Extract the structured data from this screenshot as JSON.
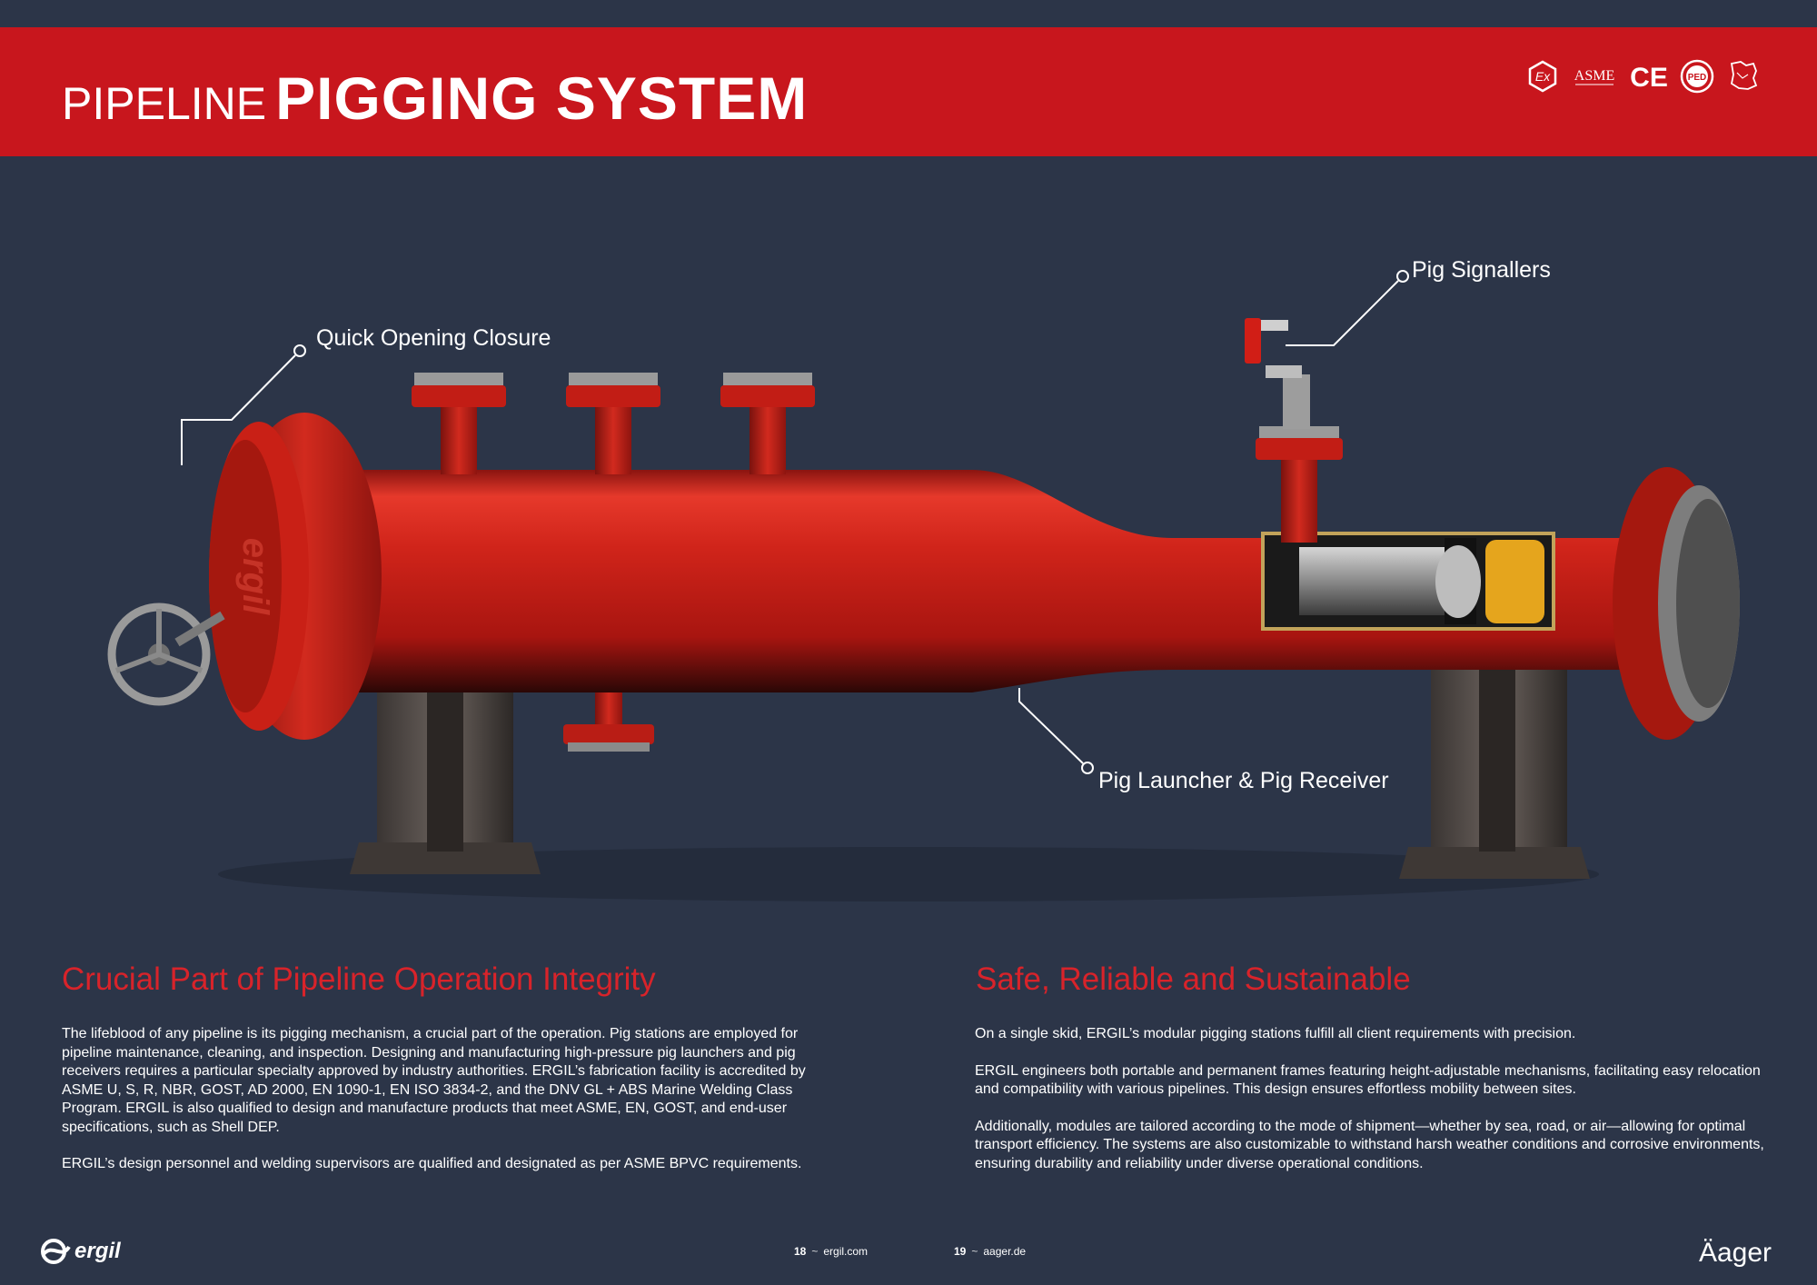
{
  "header": {
    "title_light": "PIPELINE",
    "title_bold": "PIGGING SYSTEM",
    "certifications": [
      "Ex",
      "ASME",
      "CE",
      "PED",
      "Map seal"
    ]
  },
  "callouts": {
    "quick_opening": "Quick Opening Closure",
    "pig_signallers": "Pig Signallers",
    "launcher_receiver": "Pig Launcher & Pig Receiver"
  },
  "product_brand_mark": "ergil",
  "left_column": {
    "heading": "Crucial Part of Pipeline Operation Integrity",
    "paragraphs": [
      "The lifeblood of any pipeline is its pigging mechanism, a crucial part of the operation. Pig stations are employed for pipeline maintenance, cleaning, and inspection. Designing and manufacturing high-pressure pig launchers and pig receivers requires a particular specialty approved by industry authorities. ERGIL’s fabrication facility is accredited by ASME U, S, R, NBR, GOST, AD 2000, EN 1090-1, EN ISO 3834-2, and the DNV GL + ABS Marine Welding Class Program. ERGIL is also qualified to design and manufacture products that meet ASME, EN, GOST, and end-user specifications, such as Shell DEP.",
      "ERGIL’s design personnel and welding supervisors are qualified and designated as per ASME BPVC requirements."
    ]
  },
  "right_column": {
    "heading": "Safe, Reliable and Sustainable",
    "paragraphs": [
      "On a single skid, ERGIL’s modular pigging stations fulfill all client requirements with precision.",
      "ERGIL engineers both portable and permanent frames featuring height-adjustable mechanisms, facilitating easy relocation and compatibility with various pipelines. This design ensures effortless mobility between sites.",
      "Additionally, modules are tailored according to the mode of shipment—whether by sea, road, or air—allowing for optimal transport efficiency. The systems are also customizable to withstand harsh weather conditions and corrosive environments, ensuring durability and reliability under diverse operational conditions."
    ]
  },
  "footer": {
    "left_logo": "ergil",
    "left_page": {
      "number": "18",
      "site": "ergil.com"
    },
    "right_page": {
      "number": "19",
      "site": "aager.de"
    },
    "right_brand": "Äager"
  },
  "colors": {
    "background": "#2c3548",
    "brand_red": "#c8161d",
    "heading_red": "#d8232a",
    "vessel_red": "#c81e16"
  }
}
